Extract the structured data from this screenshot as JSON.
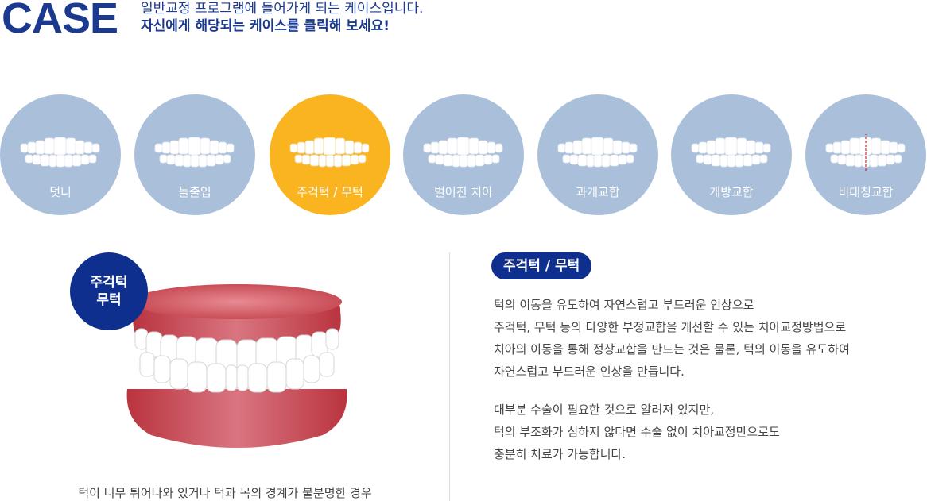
{
  "header": {
    "title": "CASE",
    "line1": "일반교정 프로그램에 들어가게 되는 케이스입니다.",
    "line2": "자신에게 해당되는 케이스를 클릭해 보세요!"
  },
  "cases": [
    {
      "label": "덧니"
    },
    {
      "label": "돌출입"
    },
    {
      "label": "주걱턱 / 무턱"
    },
    {
      "label": "벌어진 치아"
    },
    {
      "label": "과개교합"
    },
    {
      "label": "개방교합"
    },
    {
      "label": "비대칭교합"
    }
  ],
  "active_case_index": 2,
  "detail": {
    "badge_line1": "주걱턱",
    "badge_line2": "무턱",
    "caption": "턱이 너무 튀어나와 있거나 턱과 목의 경계가 불분명한 경우",
    "tag": "주걱턱 / 무턱",
    "paragraph1": [
      "턱의 이동을 유도하여 자연스럽고 부드러운 인상으로",
      "주걱턱, 무턱 등의 다양한 부정교합을 개선할 수 있는 치아교정방법으로",
      "치아의 이동을 통해 정상교합을 만드는 것은 물론, 턱의 이동을 유도하여",
      "자연스럽고 부드러운 인상을 만듭니다."
    ],
    "paragraph2": [
      "대부분 수술이 필요한 것으로 알려져 있지만,",
      "턱의 부조화가 심하지 않다면 수술 없이 치아교정만으로도",
      "충분히 치료가 가능합니다."
    ]
  },
  "colors": {
    "brand_navy": "#0f2f8e",
    "title_blue": "#1b3a8f",
    "circle_inactive": "#aabfda",
    "circle_active": "#fab420"
  }
}
